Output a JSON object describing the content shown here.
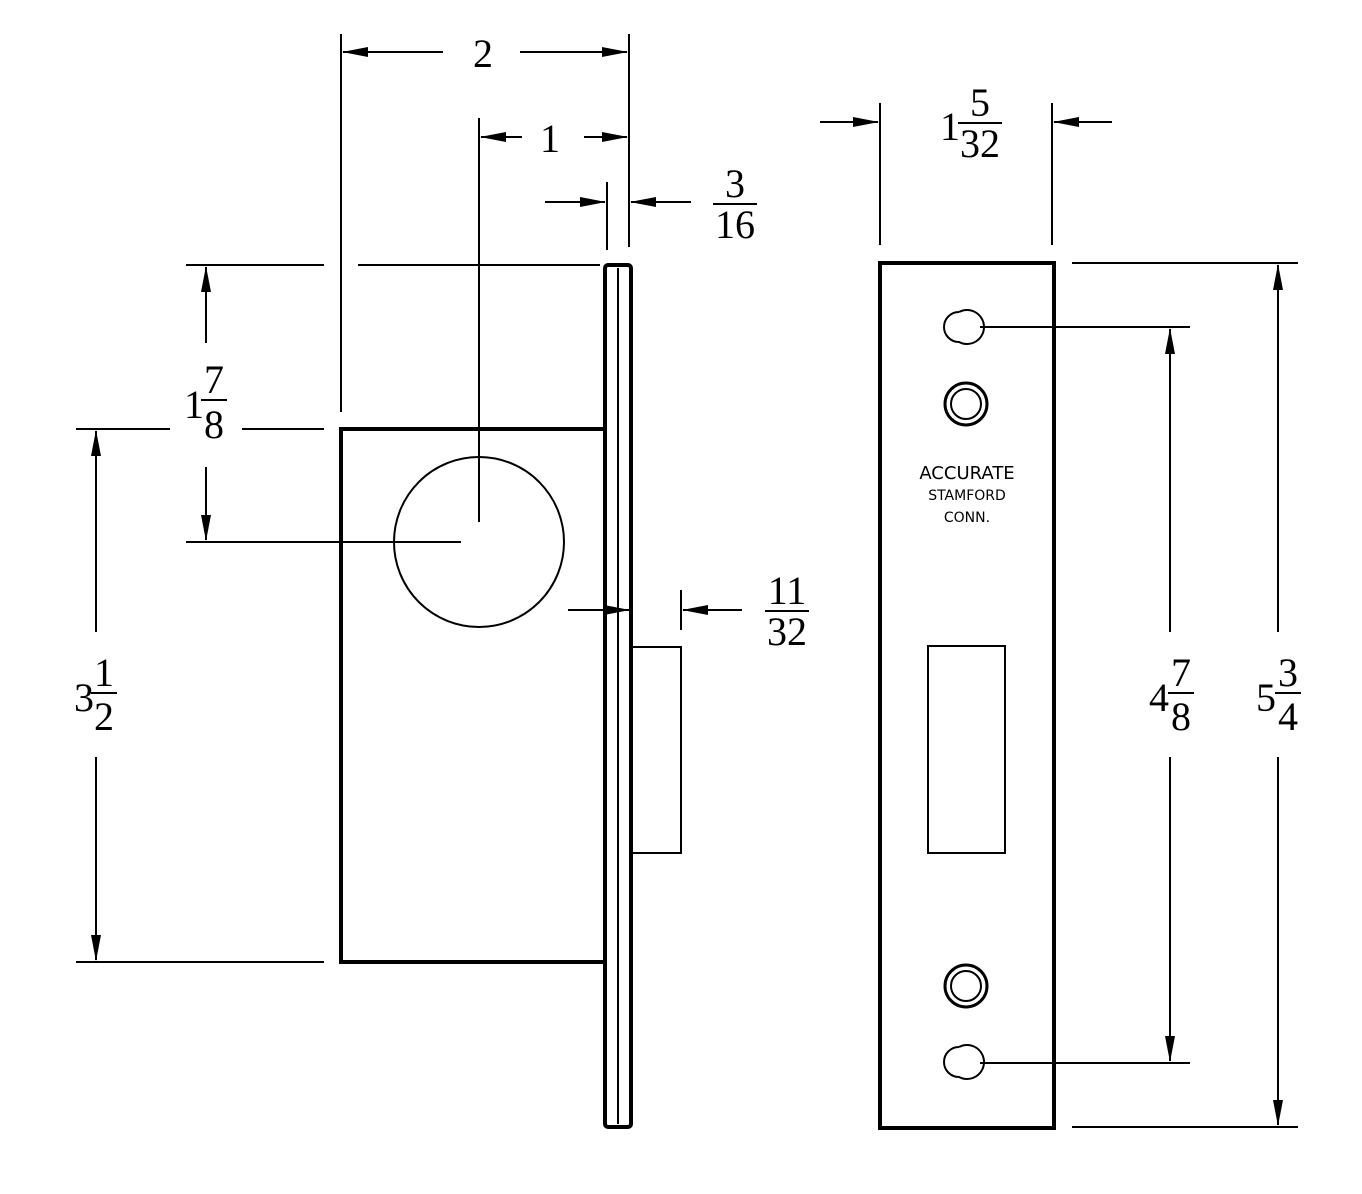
{
  "side_view": {
    "dims": {
      "overall_depth": "2",
      "backset": "1",
      "faceplate_thickness": {
        "num": "3",
        "den": "16"
      },
      "height_to_hub": {
        "whole": "1",
        "num": "7",
        "den": "8"
      },
      "case_height": {
        "whole": "3",
        "num": "1",
        "den": "2"
      },
      "bolt_throw": {
        "num": "11",
        "den": "32"
      }
    }
  },
  "front_view": {
    "dims": {
      "faceplate_width": {
        "whole": "1",
        "num": "5",
        "den": "32"
      },
      "screw_spacing": {
        "whole": "4",
        "num": "7",
        "den": "8"
      },
      "faceplate_height": {
        "whole": "5",
        "num": "3",
        "den": "4"
      }
    },
    "brand": {
      "name": "ACCURATE",
      "city": "STAMFORD",
      "state": "CONN."
    }
  },
  "colors": {
    "line": "#000000",
    "background": "#ffffff"
  }
}
